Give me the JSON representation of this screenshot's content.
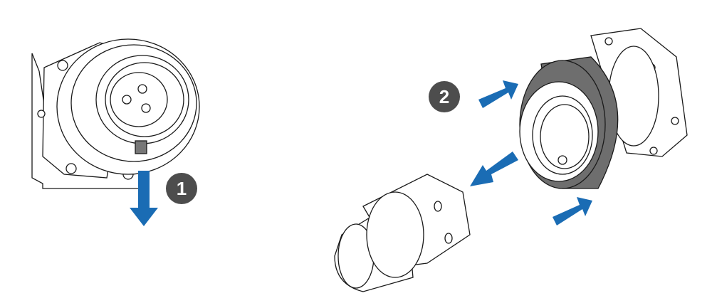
{
  "steps": [
    {
      "number": "1",
      "action": "pull-down"
    },
    {
      "number": "2",
      "action": "push-in-and-pull-out"
    }
  ],
  "colors": {
    "arrow": "#1a6cb4",
    "badge": "#4d4d4d",
    "sleeve": "#6e6e6e",
    "outline": "#1a1a1a"
  }
}
